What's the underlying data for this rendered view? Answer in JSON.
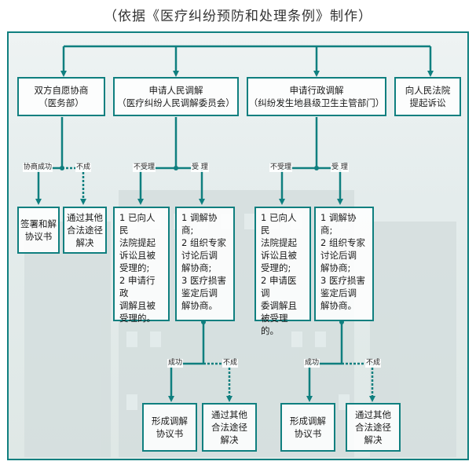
{
  "title": "（依据《医疗纠纷预防和处理条例》制作）",
  "top_boxes": [
    {
      "line1": "双方自愿协商",
      "line2": "（医务部）"
    },
    {
      "line1": "申请人民调解",
      "line2": "（医疗纠纷人民调解委员会）"
    },
    {
      "line1": "申请行政调解",
      "line2": "（纠纷发生地县级卫生主管部门）"
    },
    {
      "line1": "向人民法院",
      "line2": "提起诉讼"
    }
  ],
  "branch_labels": {
    "success": "协商成功",
    "fail": "不成",
    "reject": "不受理",
    "accept": "受 理",
    "success2": "成功"
  },
  "negotiation_results": {
    "success": "签署和解\n协议书",
    "fail": "通过其他\n合法途径\n解决"
  },
  "people_med": {
    "reject": "1 已向人民\n  法院提起\n  诉讼且被\n  受理的;\n2 申请行政\n  调解且被\n  受理的。",
    "accept": "1 调解协商;\n2 组织专家\n  讨论后调\n  解协商;\n3 医疗损害\n  鉴定后调\n  解协商。"
  },
  "admin_med": {
    "reject": "1 已向人民\n  法院提起\n  诉讼且被\n  受理的;\n2 申请医调\n  委调解且\n  被受理的。",
    "accept": "1 调解协商;\n2 组织专家\n  讨论后调\n  解协商;\n3 医疗损害\n  鉴定后调\n  解协商。"
  },
  "final_boxes": {
    "agreement": "形成调解\n协议书",
    "other": "通过其他\n合法途径\n解决"
  }
}
